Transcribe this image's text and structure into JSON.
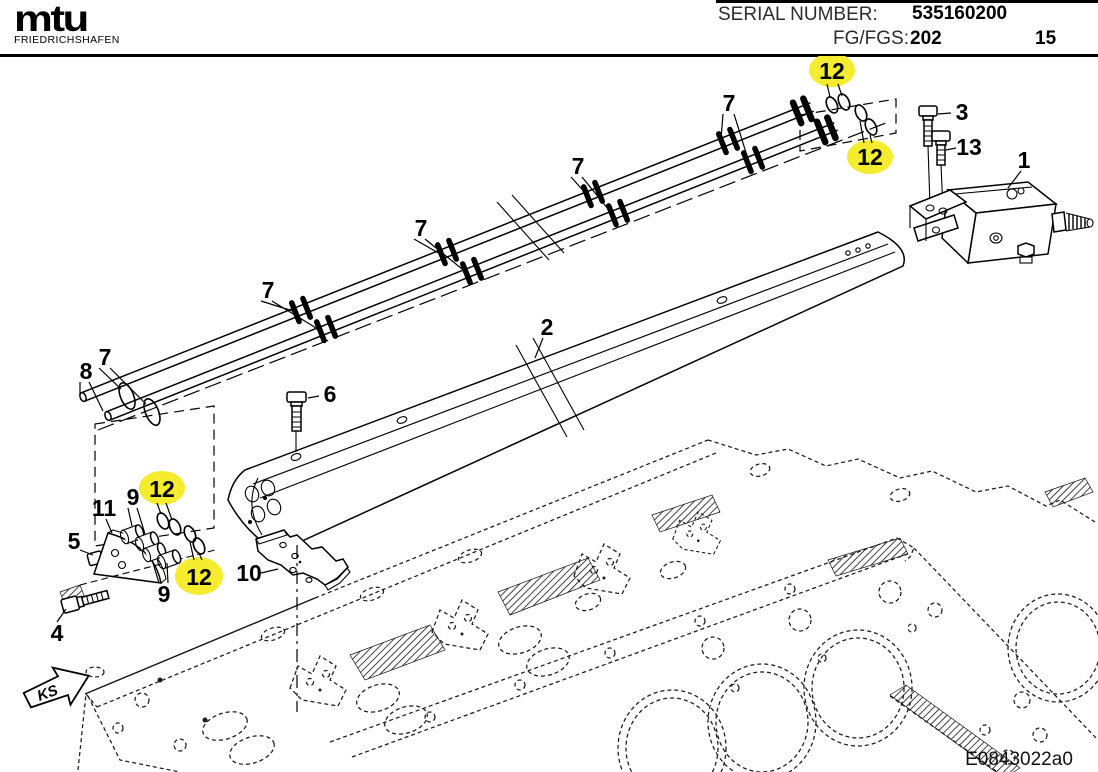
{
  "header": {
    "logo_text": "mtu",
    "logo_subtext": "FRIEDRICHSHAFEN",
    "serial_label": "SERIAL NUMBER:",
    "serial_value": "535160200",
    "fg_label": "FG/FGS:",
    "fg_value": "202",
    "page_number": "15"
  },
  "diagram": {
    "drawing_number": "E0843022a0",
    "direction_arrow_label": "KS",
    "highlight_color": "#f5eb2f",
    "callouts": [
      {
        "label": "12",
        "highlighted": true
      },
      {
        "label": "7",
        "highlighted": false
      },
      {
        "label": "3",
        "highlighted": false
      },
      {
        "label": "13",
        "highlighted": false
      },
      {
        "label": "12",
        "highlighted": true
      },
      {
        "label": "1",
        "highlighted": false
      },
      {
        "label": "7",
        "highlighted": false
      },
      {
        "label": "7",
        "highlighted": false
      },
      {
        "label": "7",
        "highlighted": false
      },
      {
        "label": "2",
        "highlighted": false
      },
      {
        "label": "7",
        "highlighted": false
      },
      {
        "label": "8",
        "highlighted": false
      },
      {
        "label": "6",
        "highlighted": false
      },
      {
        "label": "11",
        "highlighted": false
      },
      {
        "label": "9",
        "highlighted": false
      },
      {
        "label": "12",
        "highlighted": true
      },
      {
        "label": "5",
        "highlighted": false
      },
      {
        "label": "12",
        "highlighted": true
      },
      {
        "label": "10",
        "highlighted": false
      },
      {
        "label": "9",
        "highlighted": false
      },
      {
        "label": "4",
        "highlighted": false
      }
    ]
  }
}
